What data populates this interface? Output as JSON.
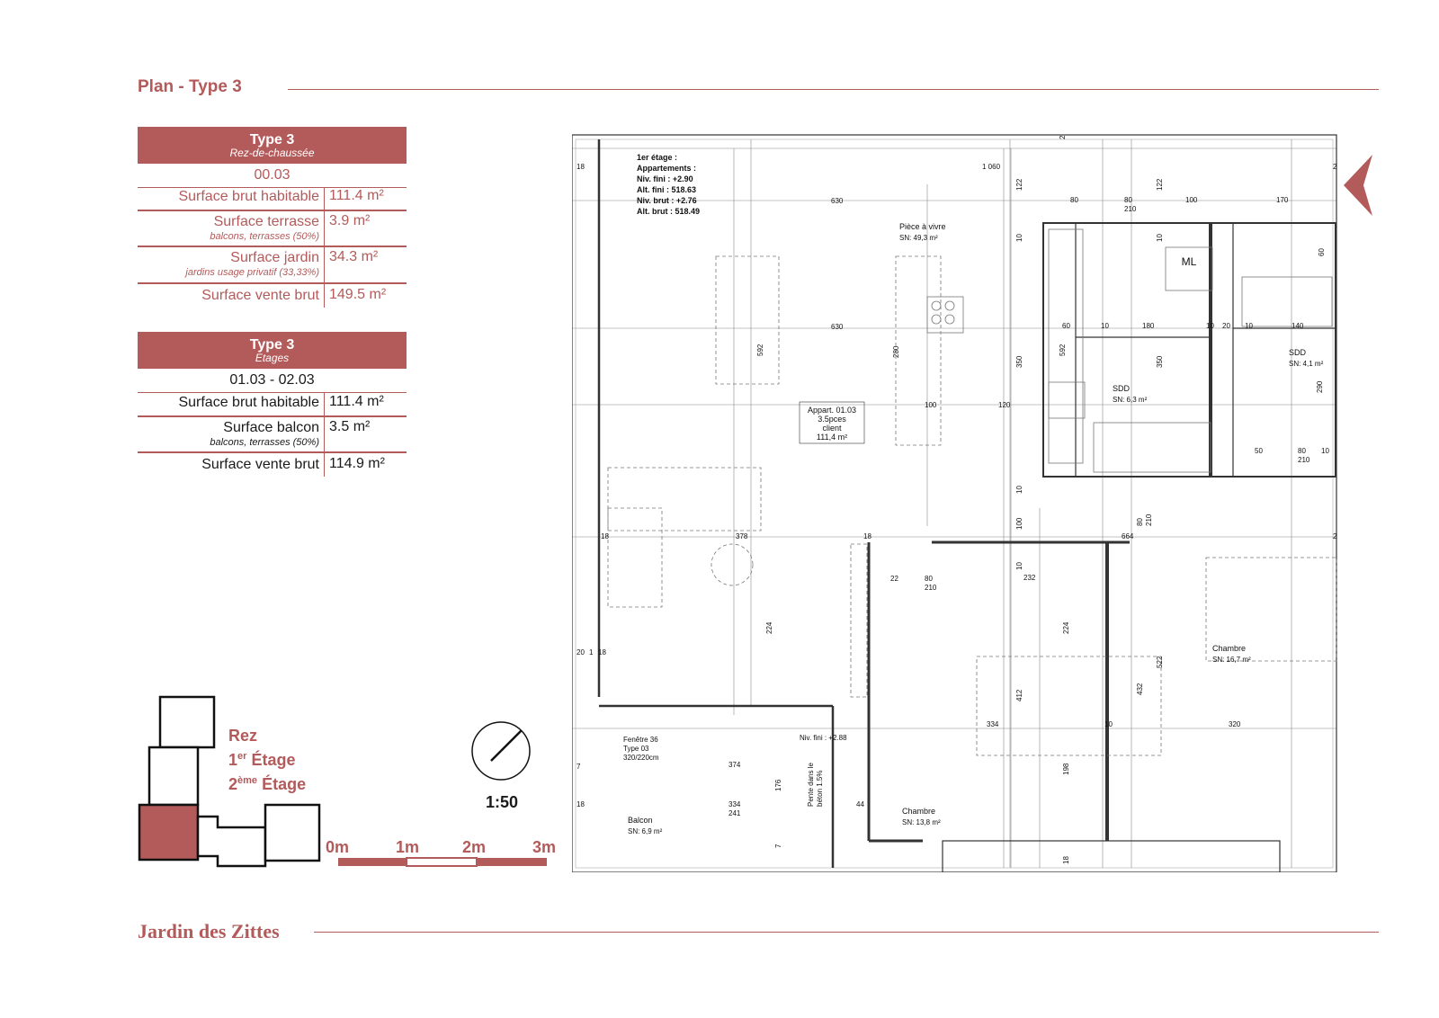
{
  "header": {
    "title": "Plan - Type 3"
  },
  "footer": {
    "title": "Jardin des Zittes"
  },
  "table_rez": {
    "title": "Type 3",
    "subtitle": "Rez-de-chaussée",
    "code": "00.03",
    "rows": [
      {
        "label": "Surface brut habitable",
        "note": "",
        "value": "111.4 m²"
      },
      {
        "label": "Surface terrasse",
        "note": "balcons, terrasses (50%)",
        "value": "3.9 m²"
      },
      {
        "label": "Surface jardin",
        "note": "jardins usage privatif (33,33%)",
        "value": "34.3 m²"
      },
      {
        "label": "Surface vente brut",
        "note": "",
        "value": "149.5 m²"
      }
    ]
  },
  "table_etages": {
    "title": "Type 3",
    "subtitle": "Etages",
    "code": "01.03 - 02.03",
    "rows": [
      {
        "label": "Surface brut habitable",
        "note": "",
        "value": "111.4 m²"
      },
      {
        "label": "Surface balcon",
        "note": "balcons, terrasses (50%)",
        "value": "3.5 m²"
      },
      {
        "label": "Surface vente brut",
        "note": "",
        "value": "114.9 m²"
      }
    ]
  },
  "floors": {
    "rez": "Rez",
    "first_num": "1",
    "first_sup": "er",
    "first_word": "Étage",
    "second_num": "2",
    "second_sup": "ème",
    "second_word": "Étage"
  },
  "scale": {
    "ratio": "1:50",
    "labels": [
      "0m",
      "1m",
      "2m",
      "3m"
    ]
  },
  "plan": {
    "level_info": [
      "1er étage :",
      "Appartements :",
      "Niv. fini : +2.90",
      "Alt. fini : 518.63",
      "Niv. brut : +2.76",
      "Alt. brut : 518.49"
    ],
    "apartment": [
      "Appart. 01.03",
      "3.5pces",
      "client",
      "111,4 m²"
    ],
    "rooms": {
      "living": {
        "name": "Pièce à vivre",
        "area": "SN: 49,3 m²"
      },
      "sdd1": {
        "name": "SDD",
        "area": "SN: 6,3 m²"
      },
      "sdd2": {
        "name": "SDD",
        "area": "SN: 4,1 m²"
      },
      "chambre1": {
        "name": "Chambre",
        "area": "SN: 16,7 m²"
      },
      "chambre2": {
        "name": "Chambre",
        "area": "SN: 13,8 m²"
      },
      "balcon": {
        "name": "Balcon",
        "area": "SN: 6,9 m²"
      },
      "ml": "ML"
    },
    "window": [
      "Fenêtre 36",
      "Type 03",
      "320/220cm"
    ],
    "balcony_level": "Niv. fini : +2.88",
    "slope": [
      "Pente dans le",
      "béton 1.5%"
    ],
    "dims": {
      "d1060": "1 060",
      "d630a": "630",
      "d630b": "630",
      "d80a": "80",
      "d80b": "80",
      "d210a": "210",
      "d100a": "100",
      "d170": "170",
      "d122a": "122",
      "d122b": "122",
      "d60a": "60",
      "d10a": "10",
      "d180": "180",
      "d10b": "10",
      "d20": "20",
      "d10c": "10",
      "d140": "140",
      "d592a": "592",
      "d280": "280",
      "d350a": "350",
      "d592b": "592",
      "d350b": "350",
      "d100b": "100",
      "d120": "120",
      "d290": "290",
      "d50": "50",
      "d80c": "80",
      "d210b": "210",
      "d10d": "10",
      "d378": "378",
      "d18a": "18",
      "d664": "664",
      "d18b": "18",
      "d22": "22",
      "d80d": "80",
      "d210c": "210",
      "d232": "232",
      "d224a": "224",
      "d224b": "224",
      "d522": "522",
      "d432": "432",
      "d412": "412",
      "d334a": "334",
      "d10e": "10",
      "d320": "320",
      "d198": "198",
      "d374": "374",
      "d176": "176",
      "d334b": "334",
      "d241": "241",
      "d44": "44",
      "d18c": "18",
      "d18d": "18",
      "d7a": "7",
      "d7b": "7",
      "d20b": "20",
      "d1": "1",
      "d18e": "18",
      "d100c": "100",
      "d10f": "10",
      "d60b": "60",
      "d80e": "80",
      "d210d": "210",
      "d2a": "2",
      "d2b": "2",
      "d2c": "2",
      "d10g": "10",
      "d10h": "10",
      "d10i": "10",
      "d18f": "18"
    }
  },
  "colors": {
    "accent": "#b35a5a",
    "ink": "#1a1a1a",
    "plan_line": "#555555"
  }
}
